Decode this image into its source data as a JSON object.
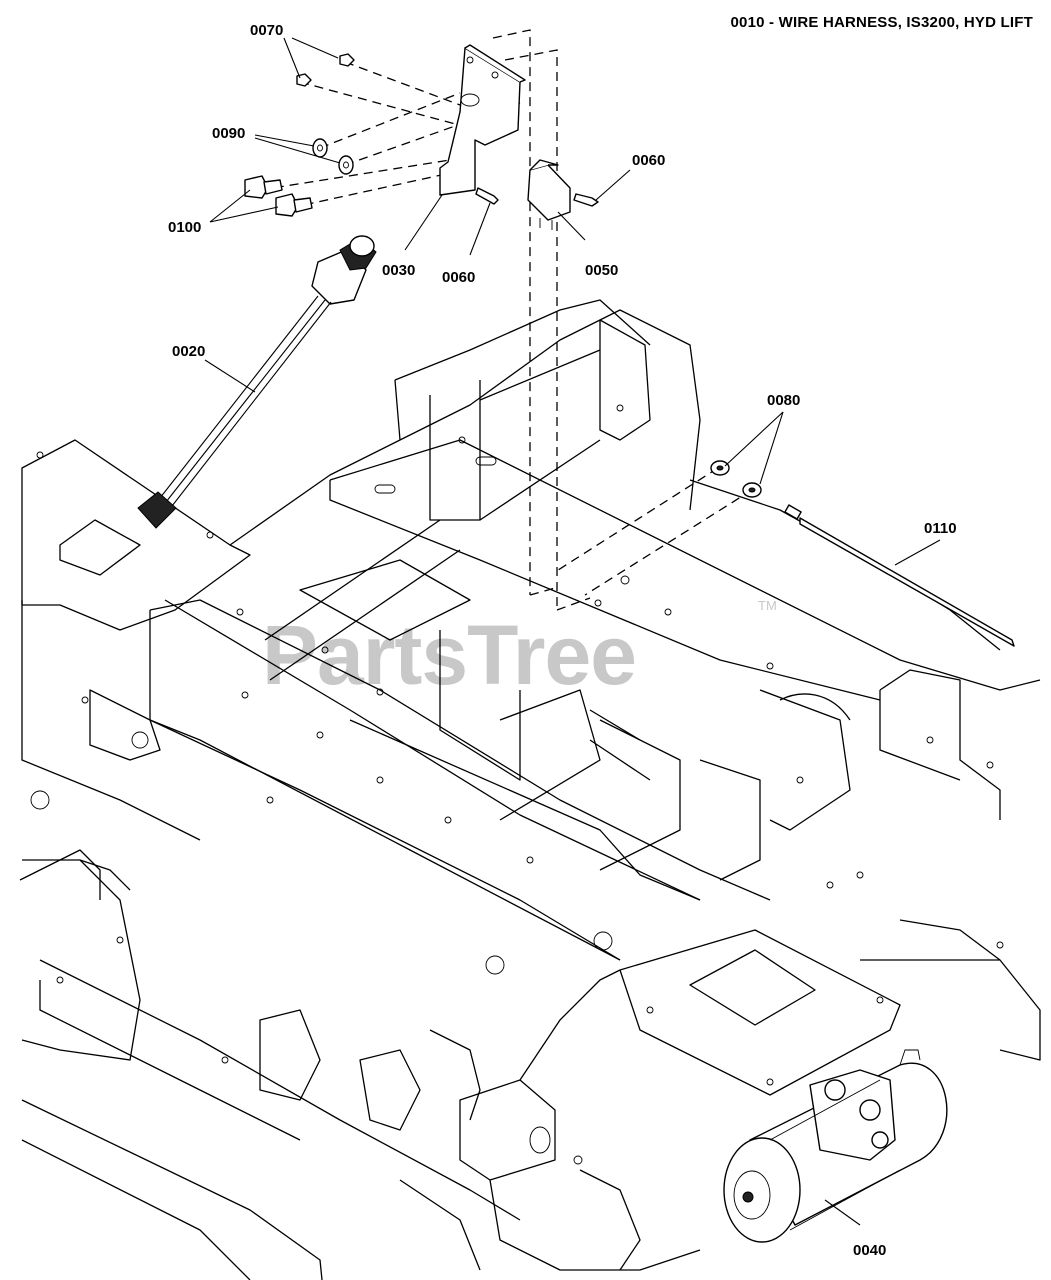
{
  "title": "0010 - WIRE HARNESS, IS3200, HYD LIFT",
  "watermark": {
    "text": "PartsTree",
    "trademark": "TM"
  },
  "callouts": [
    {
      "id": "c0070",
      "number": "0070"
    },
    {
      "id": "c0090",
      "number": "0090"
    },
    {
      "id": "c0100",
      "number": "0100"
    },
    {
      "id": "c0030",
      "number": "0030"
    },
    {
      "id": "c0060a",
      "number": "0060"
    },
    {
      "id": "c0060b",
      "number": "0060"
    },
    {
      "id": "c0050",
      "number": "0050"
    },
    {
      "id": "c0020",
      "number": "0020"
    },
    {
      "id": "c0080",
      "number": "0080"
    },
    {
      "id": "c0110",
      "number": "0110"
    },
    {
      "id": "c0040",
      "number": "0040"
    }
  ]
}
